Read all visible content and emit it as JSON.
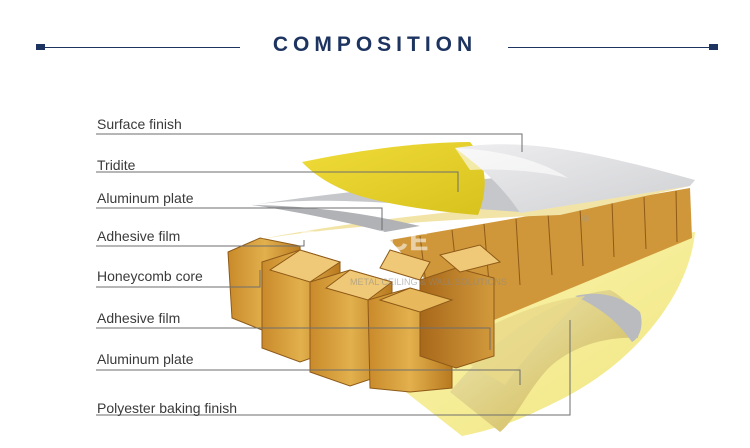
{
  "header": {
    "title": "COMPOSITION"
  },
  "layers": [
    {
      "label": "Surface finish"
    },
    {
      "label": "Tridite"
    },
    {
      "label": "Aluminum plate"
    },
    {
      "label": "Adhesive film"
    },
    {
      "label": "Honeycomb core"
    },
    {
      "label": "Adhesive film"
    },
    {
      "label": "Aluminum plate"
    },
    {
      "label": "Polyester baking finish"
    }
  ],
  "watermark": {
    "brand": "PRANCE",
    "tagline": "METAL CEILING & WALL SOLUTIONS",
    "registered": "®"
  },
  "colors": {
    "title": "#1e3460",
    "surface_finish": "#dfe0e2",
    "tridite": "#e2cf2a",
    "aluminum": "#c9cacd",
    "honeycomb": "#d8a53f",
    "adhesive": "#efe6a8",
    "polyester": "#f6ef9a"
  }
}
